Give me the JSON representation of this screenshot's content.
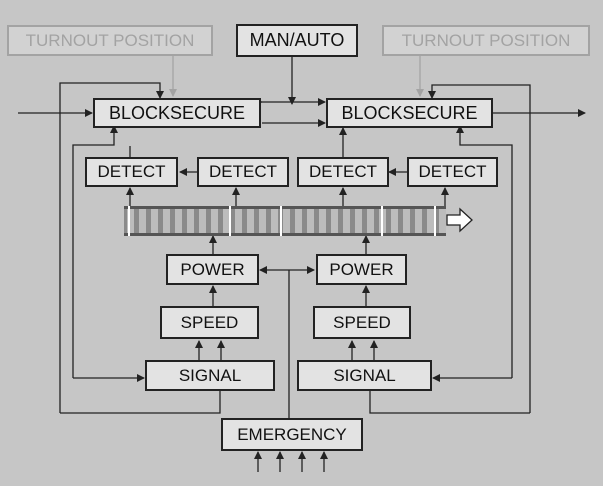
{
  "colors": {
    "background": "#c6c6c6",
    "box_fill": "#e3e3e3",
    "line": "#222222",
    "dim": "#a3a3a3"
  },
  "labels": {
    "turnout_left": "TURNOUT POSITION",
    "turnout_right": "TURNOUT POSITION",
    "man_auto": "MAN/AUTO",
    "blocksecure_left": "BLOCKSECURE",
    "blocksecure_right": "BLOCKSECURE",
    "detect_1": "DETECT",
    "detect_2": "DETECT",
    "detect_3": "DETECT",
    "detect_4": "DETECT",
    "power_left": "POWER",
    "power_right": "POWER",
    "speed_left": "SPEED",
    "speed_right": "SPEED",
    "signal_left": "SIGNAL",
    "signal_right": "SIGNAL",
    "emergency": "EMERGENCY"
  },
  "icons": {
    "track": "railway-track-icon",
    "direction": "direction-arrow-icon"
  }
}
